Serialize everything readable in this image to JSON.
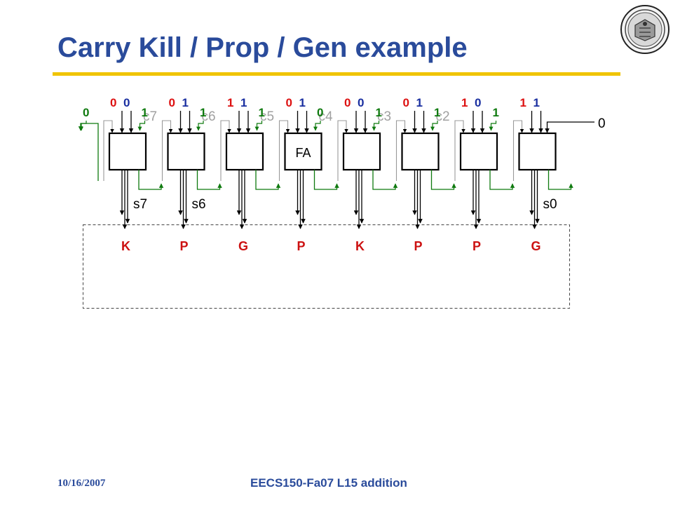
{
  "title": "Carry Kill / Prop / Gen example",
  "footer": {
    "date": "10/16/2007",
    "course": "EECS150-Fa07 L15 addition"
  },
  "colors": {
    "title": "#2a4b9b",
    "rule": "#f0c400",
    "a_bit": "#dd1111",
    "b_bit": "#1a2fa0",
    "carry": "#0f7a0f",
    "carry_label": "#a0a0a0",
    "kpg": "#cc1111"
  },
  "diagram": {
    "fa_label": "FA",
    "carry_in_value": "0",
    "stages": [
      {
        "a": "0",
        "b": "0",
        "carry_out": "0",
        "carry_label": "c7",
        "sum_label": "s7",
        "kpg": "K"
      },
      {
        "a": "0",
        "b": "1",
        "carry_out": "1",
        "carry_label": "c6",
        "sum_label": "s6",
        "kpg": "P"
      },
      {
        "a": "1",
        "b": "1",
        "carry_out": "1",
        "carry_label": "c5",
        "sum_label": "",
        "kpg": "G"
      },
      {
        "a": "0",
        "b": "1",
        "carry_out": "1",
        "carry_label": "c4",
        "sum_label": "",
        "kpg": "P"
      },
      {
        "a": "0",
        "b": "0",
        "carry_out": "0",
        "carry_label": "c3",
        "sum_label": "",
        "kpg": "K"
      },
      {
        "a": "0",
        "b": "1",
        "carry_out": "1",
        "carry_label": "c2",
        "sum_label": "",
        "kpg": "P"
      },
      {
        "a": "1",
        "b": "0",
        "carry_out": "1",
        "carry_label": "",
        "sum_label": "",
        "kpg": "P"
      },
      {
        "a": "1",
        "b": "1",
        "carry_out": "1",
        "carry_label": "",
        "sum_label": "s0",
        "kpg": "G"
      }
    ]
  }
}
